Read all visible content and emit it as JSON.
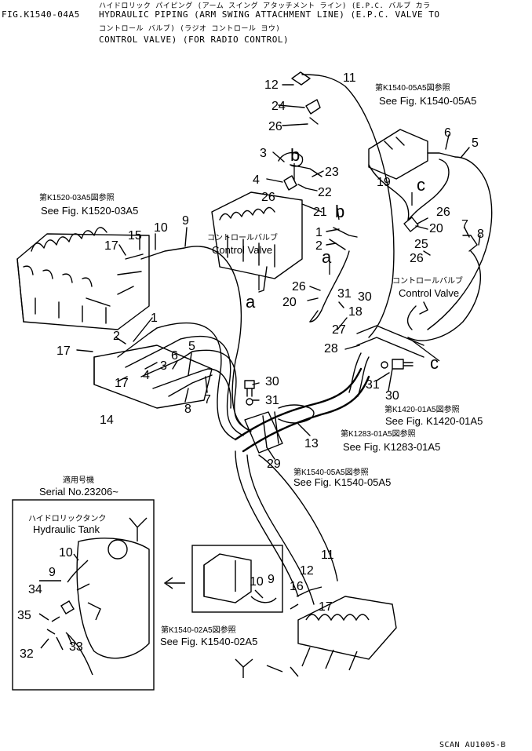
{
  "header": {
    "fig_code": "FIG.K1540-04A5",
    "jp_title": "ハイドロリック パイピング (アーム スイング アタッチメント ライン) (E.P.C. バルブ カラ",
    "title_line1": "HYDRAULIC PIPING (ARM SWING ATTACHMENT LINE) (E.P.C. VALVE TO",
    "jp_title2": "コントロール バルブ) (ラジオ コントロール ヨウ)",
    "title_line2": "CONTROL VALVE) (FOR RADIO CONTROL)"
  },
  "references": {
    "k1540_05_top_jp": "第K1540-05A5図参照",
    "k1540_05_top": "See Fig. K1540-05A5",
    "k1520_jp": "第K1520-03A5図参照",
    "k1520": "See Fig. K1520-03A5",
    "k1420_jp": "第K1420-01A5図参照",
    "k1420": "See Fig. K1420-01A5",
    "k1283_jp": "第K1283-01A5図参照",
    "k1283": "See Fig. K1283-01A5",
    "k1540_05_mid_jp": "第K1540-05A5図参照",
    "k1540_05_mid": "See Fig. K1540-05A5",
    "k1540_02_jp": "第K1540-02A5図参照",
    "k1540_02": "See Fig. K1540-02A5"
  },
  "control_valve": {
    "jp": "コントロールバルブ",
    "en": "Control Valve"
  },
  "serial": {
    "jp": "適用号機",
    "en": "Serial No.23206~"
  },
  "tank": {
    "jp": "ハイドロリックタンク",
    "en": "Hydraulic Tank"
  },
  "letters": {
    "a": "a",
    "b": "b",
    "c": "c"
  },
  "part_numbers": [
    "1",
    "2",
    "3",
    "4",
    "5",
    "6",
    "7",
    "8",
    "9",
    "10",
    "11",
    "12",
    "13",
    "14",
    "15",
    "16",
    "17",
    "18",
    "19",
    "20",
    "21",
    "22",
    "23",
    "24",
    "25",
    "26",
    "27",
    "28",
    "29",
    "30",
    "31",
    "32",
    "33",
    "34",
    "35"
  ],
  "footer": "SCAN AU1005-B"
}
